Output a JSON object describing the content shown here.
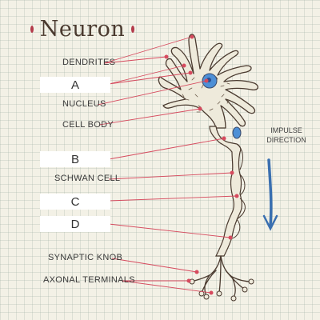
{
  "title": "Neuron",
  "labels": {
    "dendrites": "DENDRITES",
    "nucleus": "NUCLEUS",
    "cell_body": "CELL BODY",
    "schwan_cell": "SCHWAN CELL",
    "synaptic_knob": "SYNAPTIC KNOB",
    "axonal_terminals": "AXONAL TERMINALS"
  },
  "boxes": {
    "a": "A",
    "b": "B",
    "c": "C",
    "d": "D"
  },
  "impulse": {
    "line1": "IMPULSE",
    "line2": "DIRECTION"
  },
  "colors": {
    "accent": "#b33a4a",
    "leader": "#d64a5e",
    "arrow": "#3a6fb0",
    "nucleus": "#4d8fd6"
  }
}
